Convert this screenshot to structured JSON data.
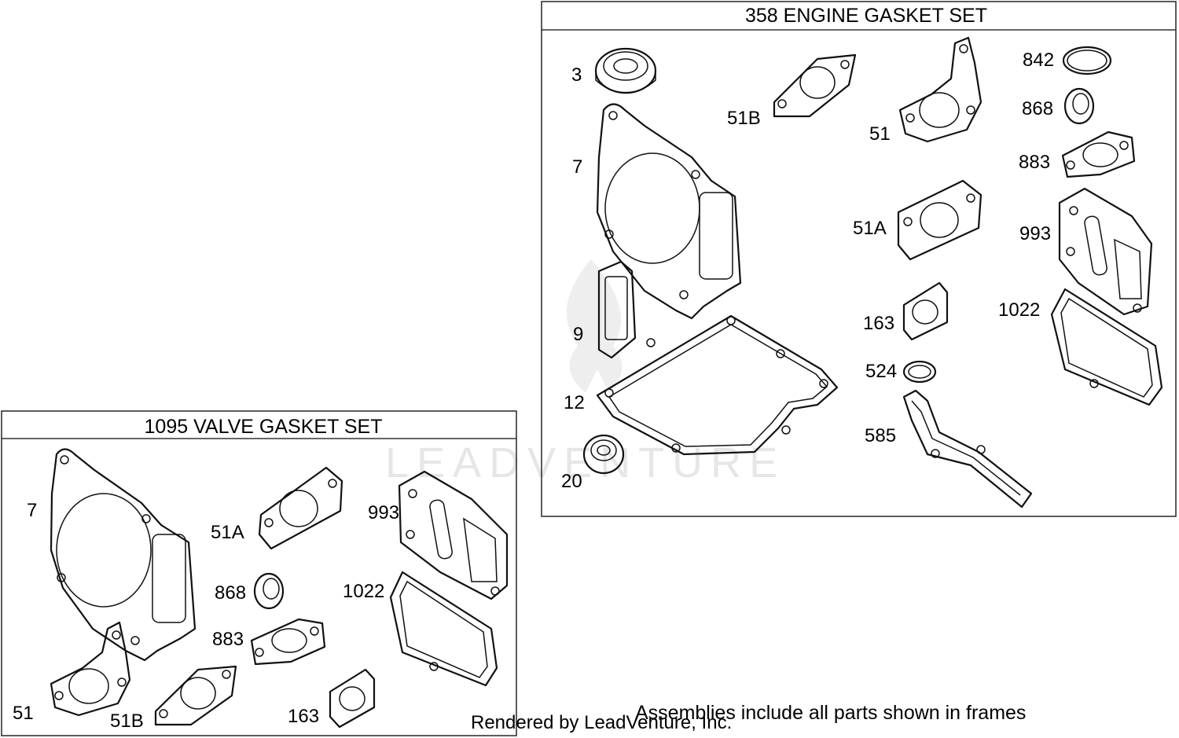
{
  "frames": {
    "engine": {
      "title": "358 ENGINE GASKET SET"
    },
    "valve": {
      "title": "1095 VALVE GASKET SET"
    }
  },
  "engine_labels": {
    "p3": "3",
    "p7": "7",
    "p9": "9",
    "p12": "12",
    "p20": "20",
    "p51b": "51B",
    "p51": "51",
    "p51a": "51A",
    "p163": "163",
    "p524": "524",
    "p585": "585",
    "p842": "842",
    "p868": "868",
    "p883": "883",
    "p993": "993",
    "p1022": "1022"
  },
  "valve_labels": {
    "p7": "7",
    "p51": "51",
    "p51b": "51B",
    "p51a": "51A",
    "p868": "868",
    "p883": "883",
    "p163": "163",
    "p993": "993",
    "p1022": "1022"
  },
  "footer": {
    "note": "Assemblies include all parts shown in frames",
    "credit": "Rendered by LeadVenture, Inc."
  },
  "watermark": "LEADVENTURE"
}
